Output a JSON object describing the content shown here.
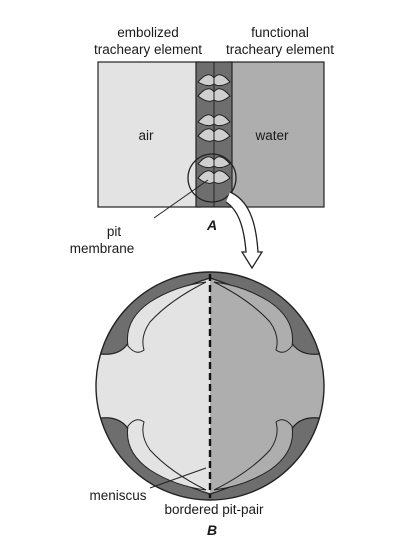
{
  "panel_a": {
    "label": "A",
    "embolized_line1": "embolized",
    "embolized_line2": "tracheary element",
    "functional_line1": "functional",
    "functional_line2": "tracheary element",
    "left_region": "air",
    "right_region": "water",
    "pit_line1": "pit",
    "pit_line2": "membrane"
  },
  "panel_b": {
    "label": "B",
    "meniscus": "meniscus",
    "pit_pair": "bordered pit-pair"
  },
  "colors": {
    "air_fill": "#e3e3e3",
    "water_fill": "#aeaeae",
    "wall_fill": "#6e6e6e",
    "outline": "#222222"
  }
}
